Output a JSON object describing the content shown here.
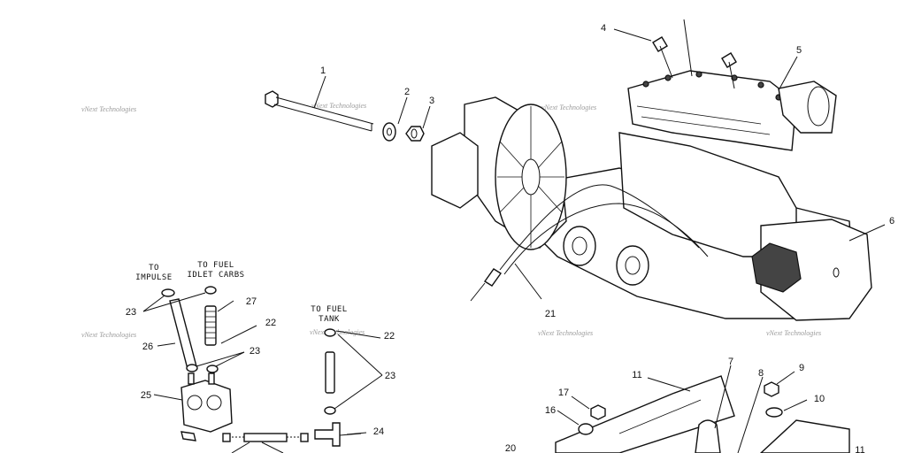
{
  "captions": {
    "to_impulse": [
      "TO",
      "IMPULSE"
    ],
    "to_fuel_idlet_carbs": [
      "TO FUEL",
      "IDLET CARBS"
    ],
    "to_fuel_tank": [
      "TO FUEL",
      "TANK"
    ]
  },
  "watermark": "vNext Technologies",
  "callouts": {
    "c1": "1",
    "c2": "2",
    "c3": "3",
    "c4": "4",
    "c5": "5",
    "c6": "6",
    "c7": "7",
    "c8": "8",
    "c9": "9",
    "c10": "10",
    "c11": "11",
    "c11b": "11",
    "c16": "16",
    "c17": "17",
    "c20": "20",
    "c21": "21",
    "c22a": "22",
    "c22b": "22",
    "c23a": "23",
    "c23b": "23",
    "c23c": "23",
    "c24": "24",
    "c25": "25",
    "c26": "26",
    "c27": "27"
  }
}
